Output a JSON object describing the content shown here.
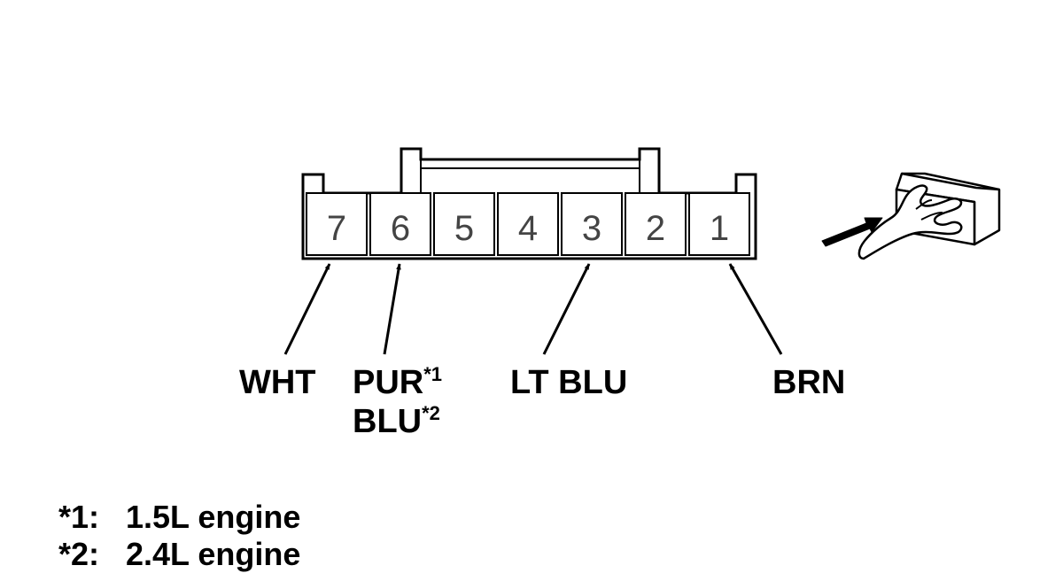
{
  "connector": {
    "terminals": [
      "7",
      "6",
      "5",
      "4",
      "3",
      "2",
      "1"
    ]
  },
  "wires": {
    "wht": "WHT",
    "pur": "PUR",
    "pur_mark": "*1",
    "blu": "BLU",
    "blu_mark": "*2",
    "ltblu": "LT BLU",
    "brn": "BRN"
  },
  "notes": [
    {
      "mark": "*1:",
      "text": "1.5L engine"
    },
    {
      "mark": "*2:",
      "text": "2.4L engine"
    }
  ],
  "icons": {
    "view_indicator": "hand-pointing-connector-icon"
  },
  "colors": {
    "line": "#000000",
    "terminal_fill": "#ffffff",
    "digit": "#444444"
  }
}
